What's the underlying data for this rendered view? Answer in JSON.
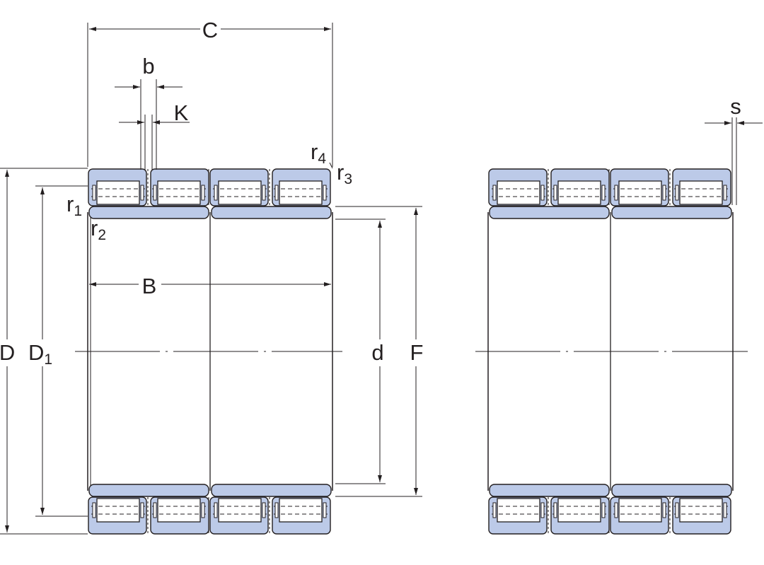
{
  "diagram": {
    "labels": {
      "C": "C",
      "b": "b",
      "K": "K",
      "B": "B",
      "D": "D",
      "D1_main": "D",
      "D1_sub": "1",
      "d": "d",
      "F": "F",
      "s": "s",
      "r1_main": "r",
      "r1_sub": "1",
      "r2_main": "r",
      "r2_sub": "2",
      "r3_main": "r",
      "r3_sub": "3",
      "r4_main": "r",
      "r4_sub": "4"
    },
    "colors": {
      "ring_fill": "#bccae8",
      "line": "#231f20",
      "roller_fill": "#ffffff",
      "background": "#ffffff"
    }
  }
}
